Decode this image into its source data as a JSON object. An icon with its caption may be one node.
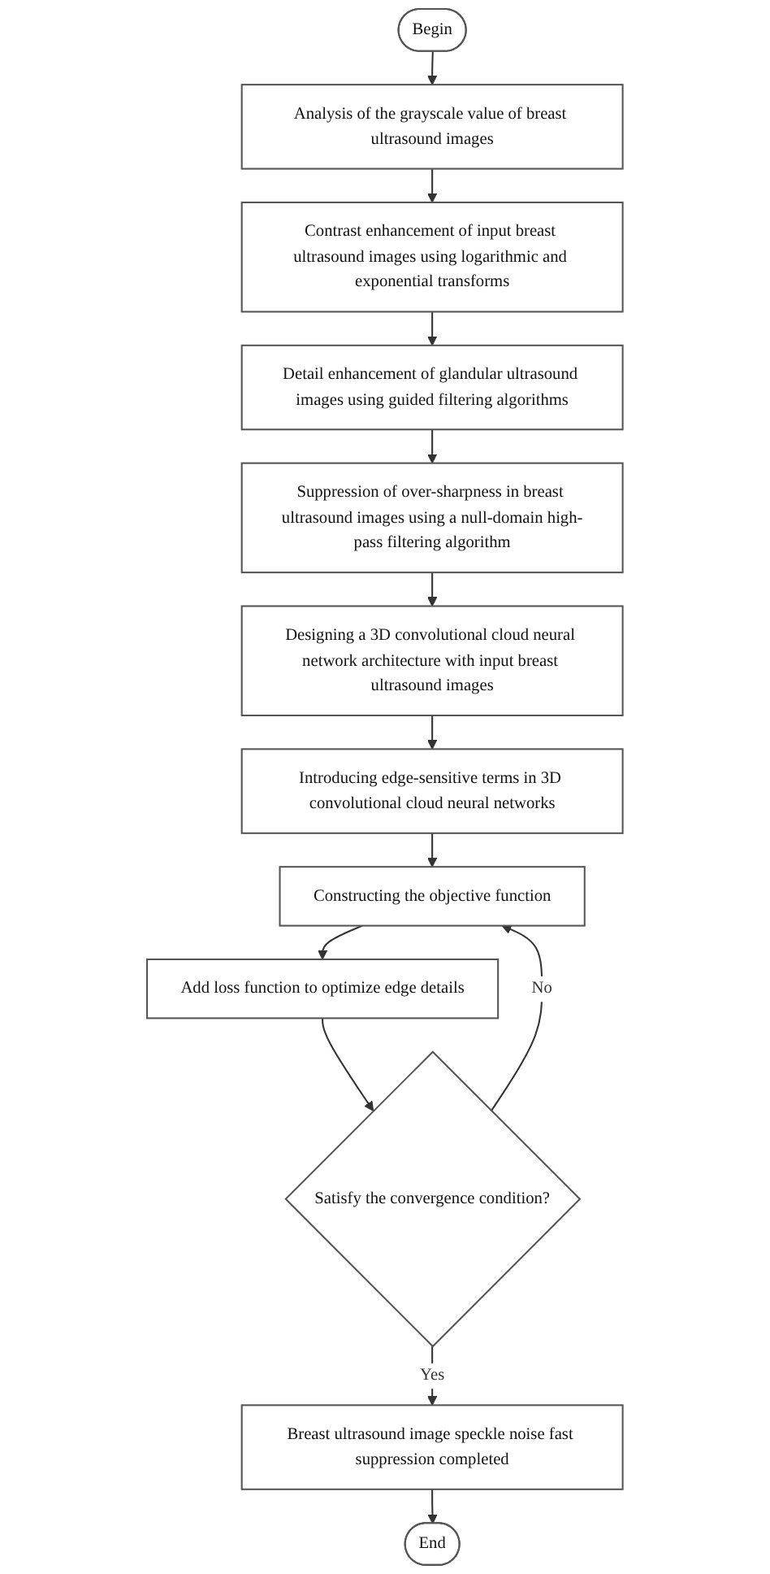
{
  "diagram": {
    "nodes": [
      {
        "text": [
          "Begin"
        ]
      },
      {
        "text": [
          "Analysis of the grayscale value of breast ultrasound images"
        ]
      },
      {
        "text": [
          "Contrast enhancement of input breast ultrasound images using logarithmic and exponential transforms"
        ]
      },
      {
        "text": [
          "Detail enhancement of glandular ultrasound images using guided filtering algorithms"
        ]
      },
      {
        "text": [
          "Suppression of over-sharpness in breast ultrasound images using a null-domain high-pass filtering algorithm"
        ]
      },
      {
        "text": [
          "Designing a 3D convolutional cloud neural network architecture with input breast ultrasound images"
        ]
      },
      {
        "text": [
          "Introducing edge-sensitive terms in 3D convolutional cloud neural networks"
        ]
      },
      {
        "text": [
          "Constructing the objective function"
        ]
      },
      {
        "text": [
          "Add loss function to optimize edge details"
        ]
      },
      {
        "text": [
          "Satisfy the convergence condition?"
        ]
      },
      {
        "text": [
          "Breast ultrasound image speckle noise fast suppression completed"
        ]
      },
      {
        "text": [
          "End"
        ]
      }
    ],
    "edges": [
      {
        "from": 0,
        "to": 1,
        "arrow": "to"
      },
      {
        "from": 1,
        "to": 2,
        "arrow": "to"
      },
      {
        "from": 2,
        "to": 3,
        "arrow": "to"
      },
      {
        "from": 3,
        "to": 4,
        "arrow": "to"
      },
      {
        "from": 4,
        "to": 5,
        "arrow": "to"
      },
      {
        "from": 5,
        "to": 6,
        "arrow": "to"
      },
      {
        "from": 6,
        "to": 7,
        "arrow": "to"
      },
      {
        "from": 7,
        "to": 8,
        "arrow": "to"
      },
      {
        "from": 8,
        "to": 9,
        "arrow": "to"
      },
      {
        "from": 9,
        "to": 10,
        "label": "Yes",
        "arrow": "to"
      },
      {
        "from": 9,
        "to": 7,
        "label": "No",
        "arrow": "to"
      },
      {
        "from": 10,
        "to": 11,
        "arrow": "to"
      }
    ]
  }
}
